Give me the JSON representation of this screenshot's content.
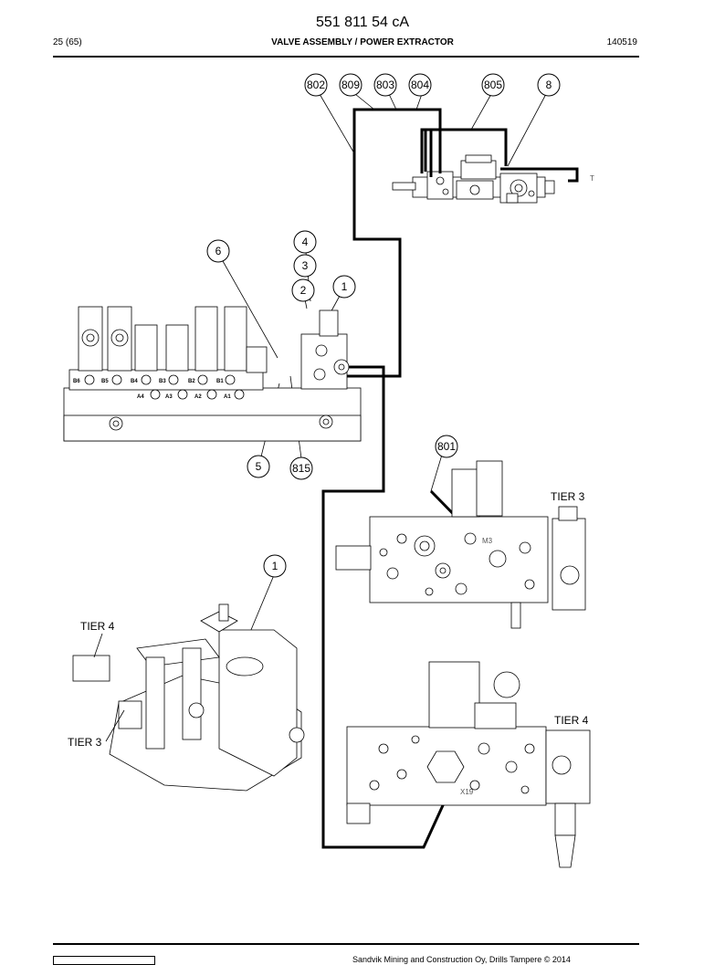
{
  "header": {
    "doc_number": "551 811 54 cA",
    "page": "25 (65)",
    "title": "VALVE ASSEMBLY / POWER EXTRACTOR",
    "code": "140519"
  },
  "callouts": {
    "c802": "802",
    "c809": "809",
    "c803": "803",
    "c804": "804",
    "c805": "805",
    "c8": "8",
    "c4": "4",
    "c3": "3",
    "c2": "2",
    "c1a": "1",
    "c6": "6",
    "c5": "5",
    "c815": "815",
    "c801": "801",
    "c1b": "1"
  },
  "labels": {
    "tier3_right": "TIER 3",
    "tier4_right": "TIER 4",
    "tier4_left": "TIER 4",
    "tier3_left": "TIER 3",
    "port_t": "T",
    "port_m3": "M3",
    "port_x19": "X19"
  },
  "block_labels": [
    "B6",
    "B5",
    "B4",
    "B3",
    "B2",
    "B1",
    "A4",
    "A3",
    "A2",
    "A1"
  ],
  "footer": {
    "copyright": "Sandvik Mining and Construction Oy, Drills Tampere © 2014"
  }
}
